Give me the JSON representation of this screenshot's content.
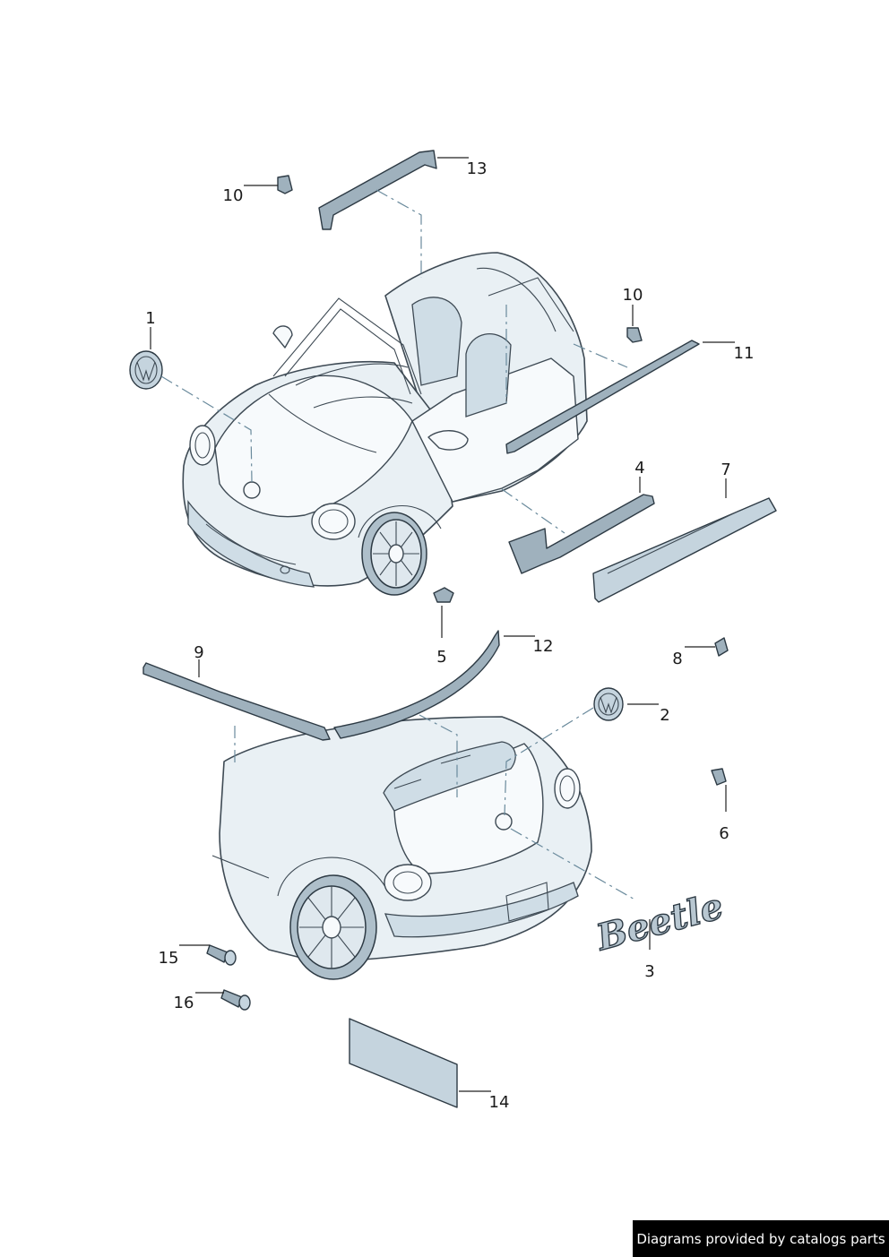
{
  "callouts": {
    "c1": "1",
    "c2": "2",
    "c3": "3",
    "c4": "4",
    "c5": "5",
    "c6": "6",
    "c7": "7",
    "c8": "8",
    "c9": "9",
    "c10a": "10",
    "c10b": "10",
    "c11": "11",
    "c12": "12",
    "c13": "13",
    "c14": "14",
    "c15": "15",
    "c16": "16"
  },
  "emblem_text": "Beetle",
  "footer": {
    "text": "Diagrams provided by catalogs parts"
  },
  "colors": {
    "body": "#e9f0f4",
    "part": "#9fb1bd",
    "outline": "#3e4a54",
    "footer_bg": "#000000"
  }
}
